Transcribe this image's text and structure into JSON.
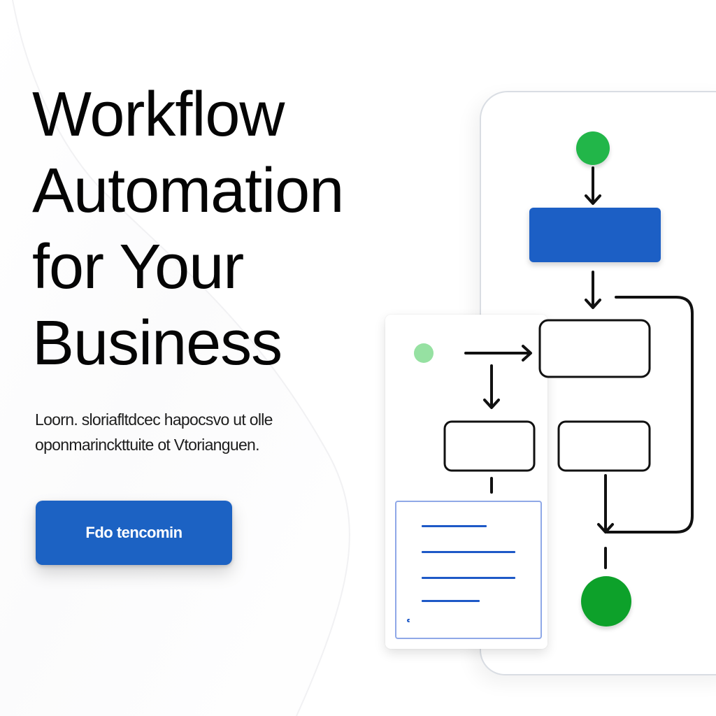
{
  "hero": {
    "title_lines": [
      "Workflow",
      "Automation",
      "for Your",
      "Business"
    ],
    "subtitle_lines": [
      "Loorn. sloriafltdcec hapocsvo ut olle",
      "oponmarinckttuite ot Vtorianguen."
    ],
    "button_label": "Fdo tencomin"
  },
  "colors": {
    "primary_blue": "#1c62c3",
    "diagram_blue": "#1e5ec5",
    "start_green": "#20b64a",
    "end_green": "#0fa12c",
    "ink": "#050505"
  },
  "icons": {
    "start_node": "green-circle",
    "end_node": "green-circle",
    "arrow": "down-arrow"
  }
}
